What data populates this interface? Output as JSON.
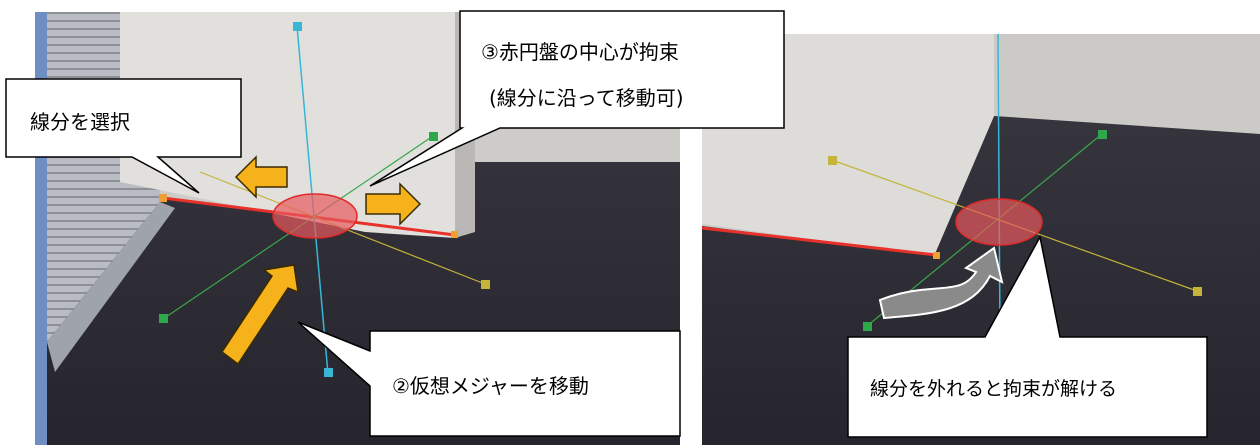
{
  "callouts": {
    "select_segment": "線分を選択",
    "constraint_line1": "③赤円盤の中心が拘束",
    "constraint_line2": "(線分に沿って移動可)",
    "move_measure": "②仮想メジャーを移動",
    "release_constraint": "線分を外れると拘束が解ける"
  },
  "colors": {
    "floor": "#2e2c35",
    "wall": "#d0cfcb",
    "pillar_front": "#e2e1de",
    "pillar_side": "#bdbcb8",
    "red_segment": "#e8312b",
    "red_disc": "#e85a5e",
    "axis_cyan": "#38b6d6",
    "axis_green": "#3aa64a",
    "axis_yellow": "#c4b53a",
    "arrow_orange": "#f6b21a",
    "arrow_gray": "#8a8a8a",
    "window_blue": "#6f8fc4"
  },
  "icons": [
    "orange-arrow-icon",
    "gray-curved-arrow-icon"
  ]
}
